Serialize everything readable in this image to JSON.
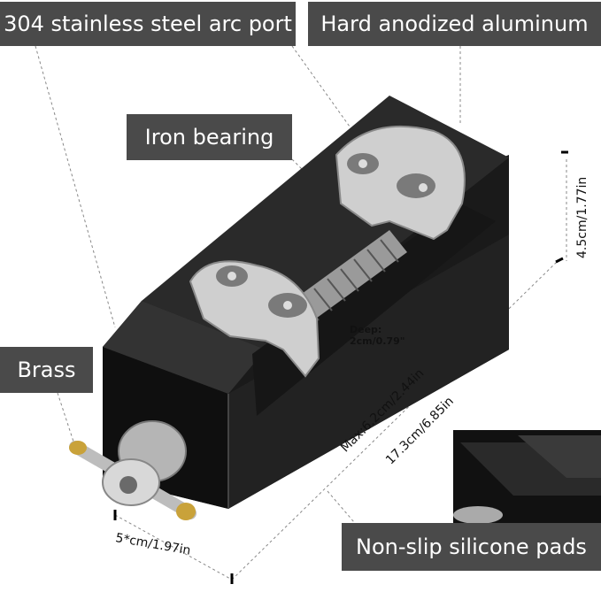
{
  "labels": {
    "arc_port": "304 stainless steel arc port",
    "aluminum": "Hard anodized aluminum",
    "iron_bearing": "Iron bearing",
    "brass": "Brass",
    "silicone_pads": "Non-slip silicone pads"
  },
  "dimensions": {
    "height": "4.5cm/1.77in",
    "max_opening": "Max:6.2cm/2.44in",
    "length": "17.3cm/6.85in",
    "width": "5*cm/1.97in",
    "deep_title": "Deep:",
    "deep_value": "2cm/0.79\""
  },
  "colors": {
    "label_bg": "#4a4a4a",
    "body": "#1c1c1c",
    "steel": "#c8c8c8",
    "brass": "#c9a23a"
  }
}
